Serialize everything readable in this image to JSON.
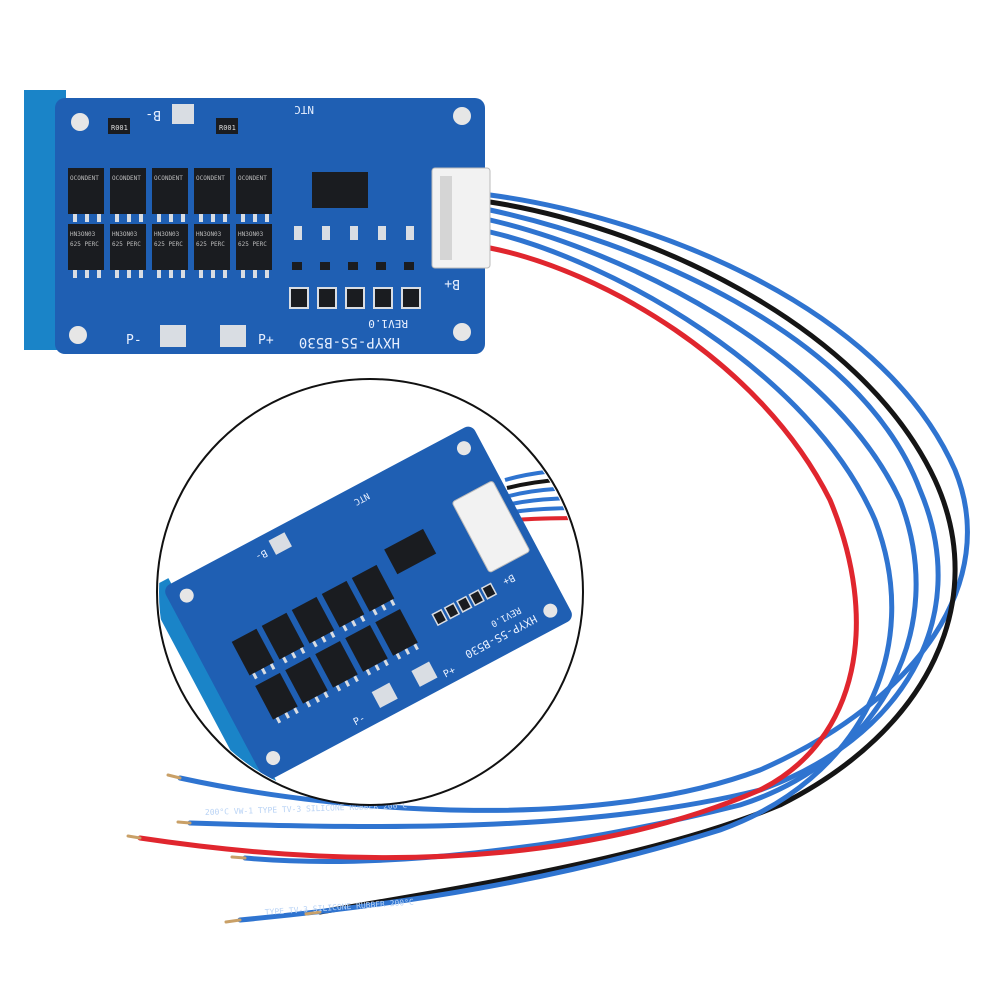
{
  "colors": {
    "background": "#ffffff",
    "pcb": "#1f5fb3",
    "pcb_edge": "#174c94",
    "silk": "#e8f0ff",
    "pad": "#d9dde3",
    "mosfet": "#1a1c20",
    "connector": "#f2f2f2",
    "wire_blue": "#2f74d0",
    "wire_red": "#e0262e",
    "wire_black": "#151515",
    "copper": "#c9a067"
  },
  "board": {
    "model_label": "HXYP-5S-B530",
    "revision_label": "REV1.0",
    "ntc_label": "NTC",
    "b_minus_label": "B-",
    "b_plus_label": "B+",
    "p_minus_label": "P-",
    "p_plus_label": "P+",
    "mosfet_marking_top": "OCONDENT",
    "mosfet_marking_bottom": "HN3ON03",
    "mosfet_marking_bottom_2": "625 PERC",
    "resistor_marking": "R001",
    "cell_count": 5
  },
  "wires": {
    "print_1": "200°C  VW-1  TYPE  TV-3  SILICONE  RUBBER  200°C",
    "print_2": "TYPE  TV-3  SILICONE  RUBBER  200°C"
  }
}
